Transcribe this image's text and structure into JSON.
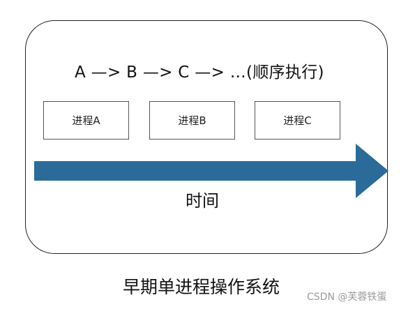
{
  "diagram": {
    "flow_text": "A —> B —> C —> …(顺序执行)",
    "processes": [
      "进程A",
      "进程B",
      "进程C"
    ],
    "arrow_label": "时间",
    "arrow_color": "#2a6b99",
    "caption": "早期单进程操作系统"
  },
  "watermark": "CSDN @芙蓉铁蛋"
}
